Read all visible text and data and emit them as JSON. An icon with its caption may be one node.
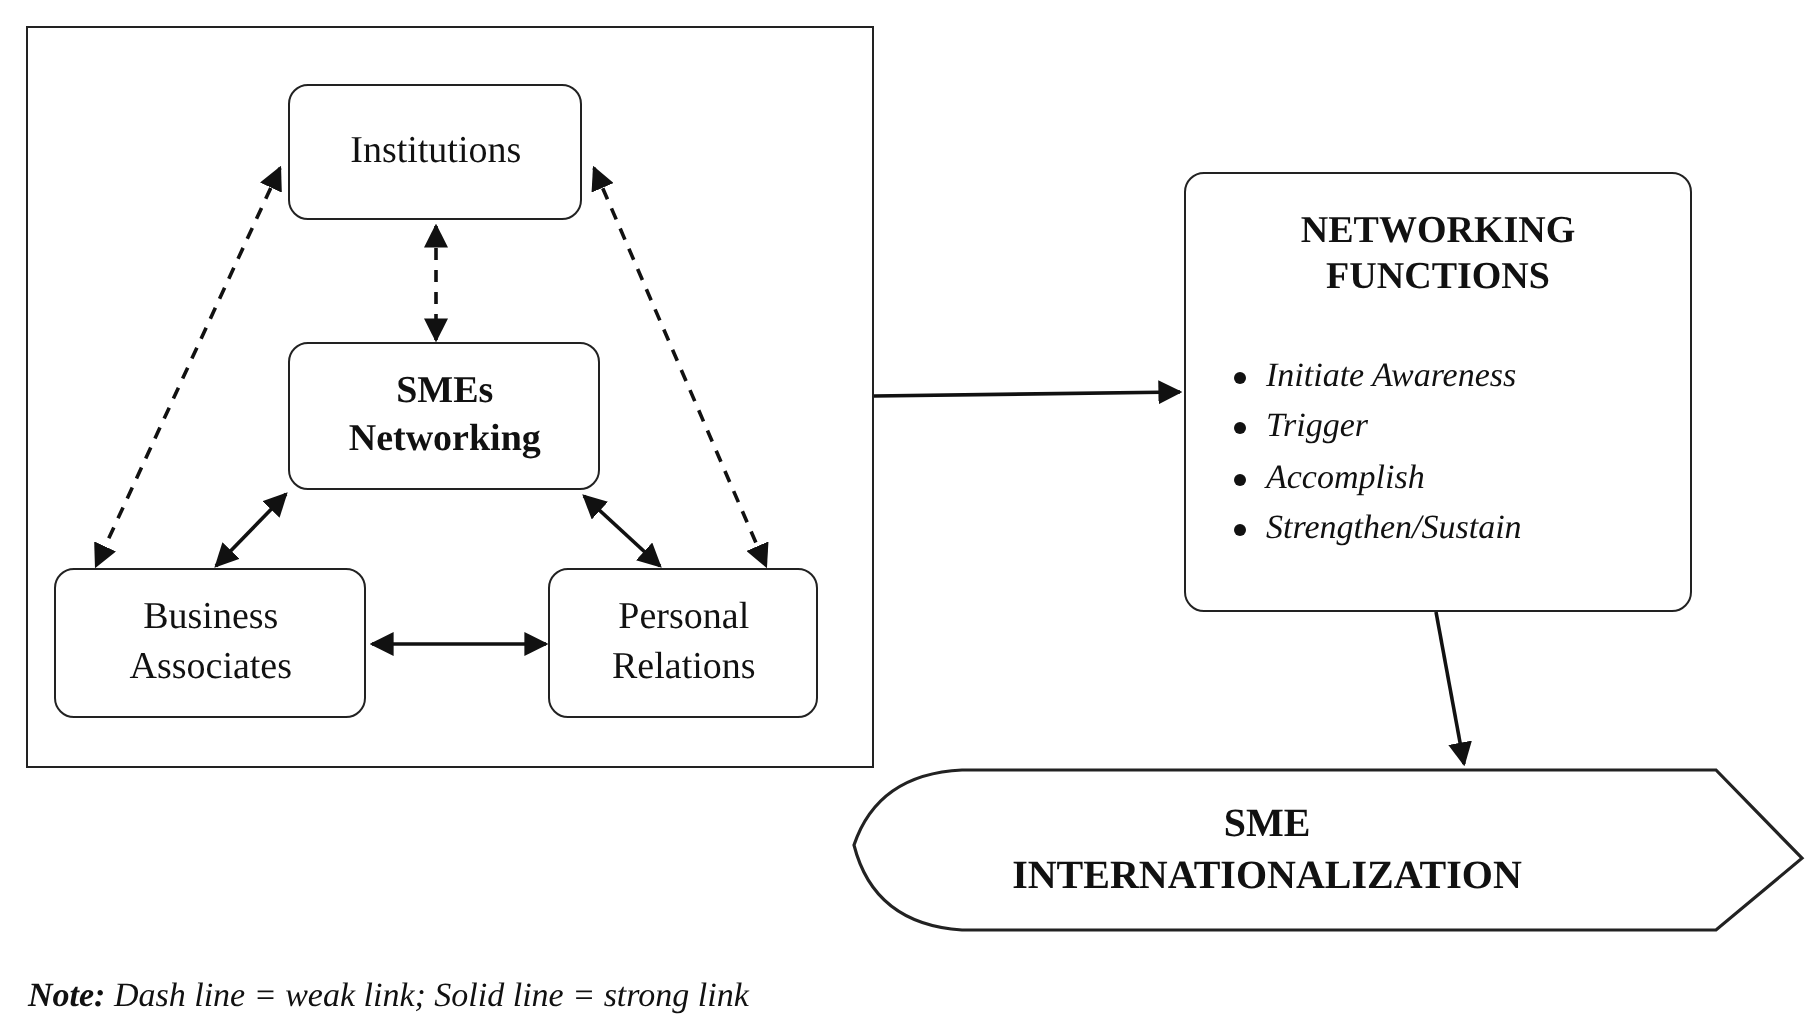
{
  "diagram": {
    "nodes": [
      {
        "text": [],
        "shape": "box"
      },
      {
        "text": [
          "Institutions"
        ],
        "in": 0
      },
      {
        "text": [
          "SMEs Networking"
        ],
        "in": 0
      },
      {
        "text": [
          "Business Associates"
        ],
        "in": 0
      },
      {
        "text": [
          "Personal Relations"
        ],
        "in": 0
      },
      {
        "text": [
          "NETWORKING FUNCTIONS",
          "Initiate Awareness",
          "Trigger",
          "Accomplish",
          "Strengthen/Sustain"
        ]
      },
      {
        "text": [
          "SME INTERNATIONALIZATION"
        ]
      }
    ],
    "edges": [
      {
        "from": 1,
        "to": 3,
        "arrow": "both",
        "style": "dashed"
      },
      {
        "from": 1,
        "to": 2,
        "arrow": "both",
        "style": "dashed"
      },
      {
        "from": 1,
        "to": 4,
        "arrow": "both",
        "style": "dashed"
      },
      {
        "from": 2,
        "to": 3,
        "arrow": "both"
      },
      {
        "from": 2,
        "to": 4,
        "arrow": "both"
      },
      {
        "from": 3,
        "to": 4,
        "arrow": "both"
      },
      {
        "from": 0,
        "to": 5,
        "arrow": "to"
      },
      {
        "from": 5,
        "to": 6,
        "arrow": "to"
      }
    ],
    "labels": [
      "**Note:** Dash line = weak link; Solid line = strong link"
    ]
  }
}
